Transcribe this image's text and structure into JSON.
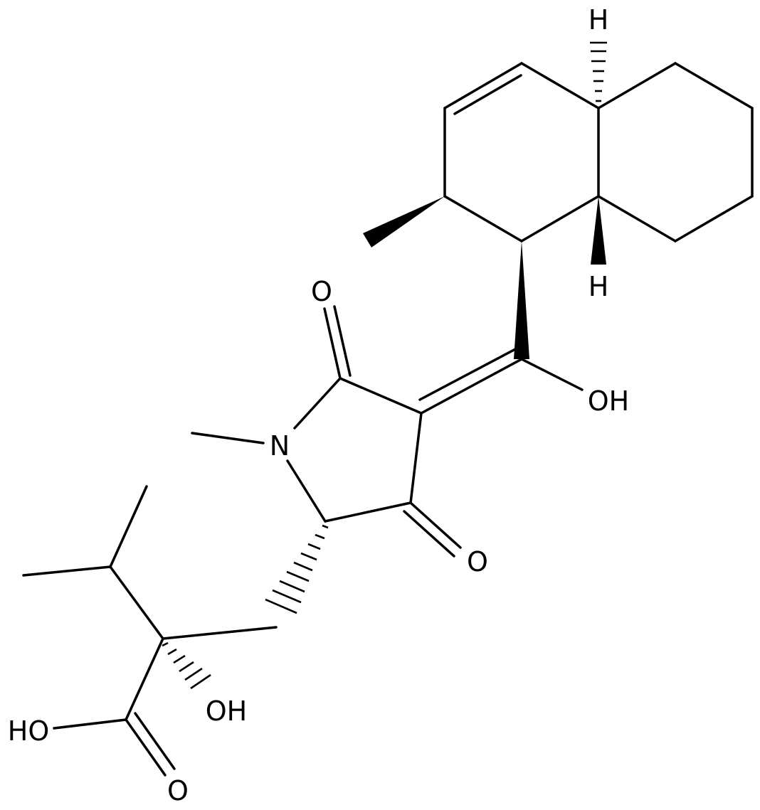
{
  "labels": {
    "h_top": "H",
    "h_bottom": "H",
    "oxygen_enol_oh": "OH",
    "oxygen_ketone_upper": "O",
    "nitrogen": "N",
    "oxygen_ketone_lower": "O",
    "oxygen_tertiary_oh": "OH",
    "oxygen_acid_oh": "HO",
    "oxygen_acid_carbonyl": "O"
  }
}
